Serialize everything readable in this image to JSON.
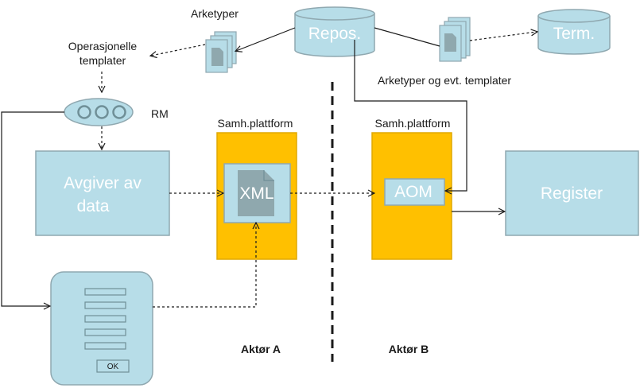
{
  "labels": {
    "arketyper": "Arketyper",
    "repos": "Repos.",
    "term": "Term.",
    "operasjonelle_line1": "Operasjonelle",
    "operasjonelle_line2": "templater",
    "arketyper_og_templater": "Arketyper og evt. templater",
    "rm": "RM",
    "samh_a": "Samh.plattform",
    "samh_b": "Samh.plattform",
    "avgiver_line1": "Avgiver av",
    "avgiver_line2": "data",
    "xml": "XML",
    "aom": "AOM",
    "register": "Register",
    "ok": "OK",
    "aktor_a": "Aktør A",
    "aktor_b": "Aktør B"
  },
  "colors": {
    "light_blue": "#b7dde8",
    "border": "#8fa8b0",
    "platform": "#ffc000",
    "platform_border": "#e0a800",
    "doc_gray": "#8fa8ae"
  }
}
